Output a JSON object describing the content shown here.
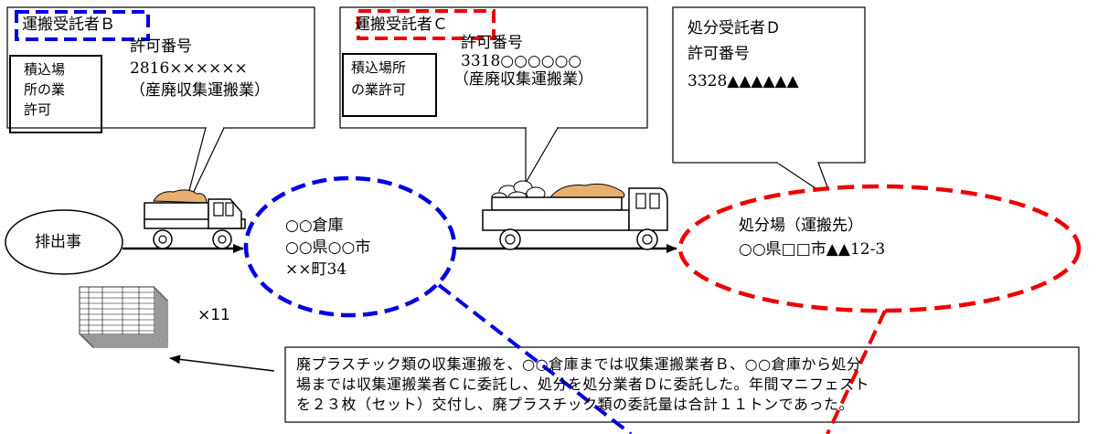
{
  "callouts": {
    "carrier_b": {
      "name": "運搬受託者Ｂ",
      "permit_label": "許可番号",
      "permit_number": "2816××××××",
      "permit_type": "（産廃収集運搬業）",
      "loading_box": [
        "積込場",
        "所の業",
        "許可"
      ]
    },
    "carrier_c": {
      "name": "運搬受託者Ｃ",
      "permit_label": "許可番号",
      "permit_number": "3318○○○○○○",
      "permit_type": "（産廃収集運搬業）",
      "loading_box": [
        "積込場所",
        "の業許可"
      ]
    },
    "disposer_d": {
      "name": "処分受託者Ｄ",
      "permit_label": "許可番号",
      "permit_number": "3328▲▲▲▲▲▲"
    }
  },
  "nodes": {
    "emitter": "排出事",
    "warehouse": [
      "○○倉庫",
      "○○県○○市",
      "××町34"
    ],
    "disposal_site": [
      "処分場（運搬先）",
      "○○県□□市▲▲12-3"
    ]
  },
  "manifest": {
    "count_label": "×11"
  },
  "note_lines": [
    "廃プラスチック類の収集運搬を、○○倉庫までは収集運搬業者Ｂ、○○倉庫から処分",
    "場までは収集運搬業者Ｃに委託し、処分を処分業者Ｄに委託した。年間マニフェスト",
    "を２３枚（セット）交付し、廃プラスチック類の委託量は合計１１トンであった。"
  ],
  "colors": {
    "blue_dash": "#0000e0",
    "red_dash": "#ee0000",
    "cargo": "#e8b070"
  }
}
